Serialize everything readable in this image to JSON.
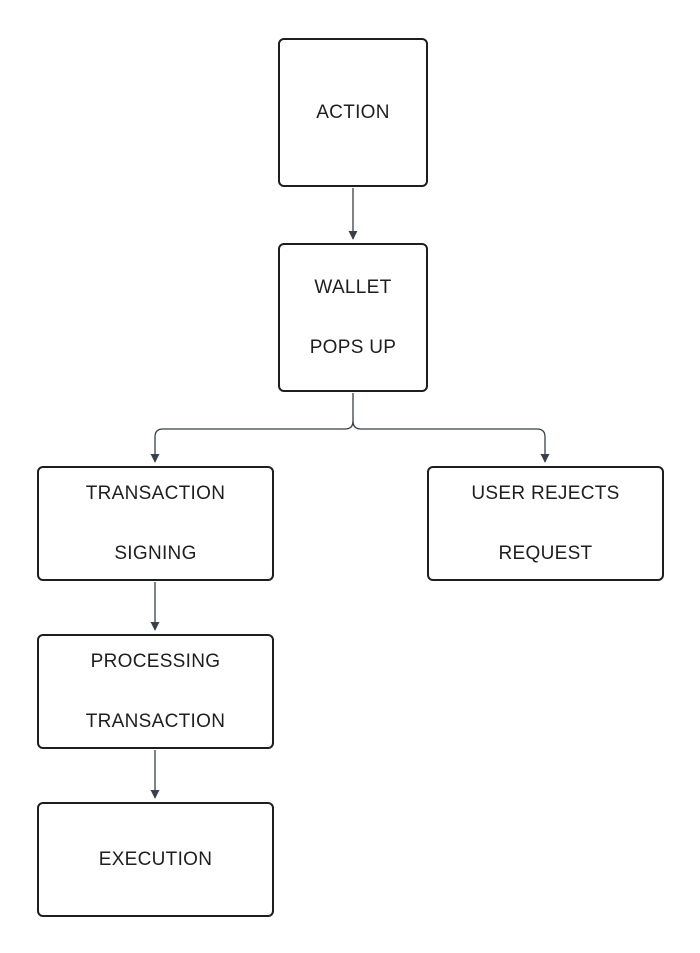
{
  "diagram": {
    "nodes": [
      {
        "id": "action",
        "lines": [
          "ACTION"
        ]
      },
      {
        "id": "wallet",
        "lines": [
          "WALLET",
          "POPS UP"
        ]
      },
      {
        "id": "signing",
        "lines": [
          "TRANSACTION",
          "SIGNING"
        ]
      },
      {
        "id": "reject",
        "lines": [
          "USER REJECTS",
          "REQUEST"
        ]
      },
      {
        "id": "processing",
        "lines": [
          "PROCESSING",
          "TRANSACTION"
        ]
      },
      {
        "id": "execution",
        "lines": [
          "EXECUTION"
        ]
      }
    ],
    "edges": [
      {
        "from": "action",
        "to": "wallet"
      },
      {
        "from": "wallet",
        "to": "signing"
      },
      {
        "from": "wallet",
        "to": "reject"
      },
      {
        "from": "signing",
        "to": "processing"
      },
      {
        "from": "processing",
        "to": "execution"
      }
    ],
    "colors": {
      "stroke": "#1e1e1e",
      "arrow": "#3a3f4a",
      "background": "#ffffff"
    }
  }
}
